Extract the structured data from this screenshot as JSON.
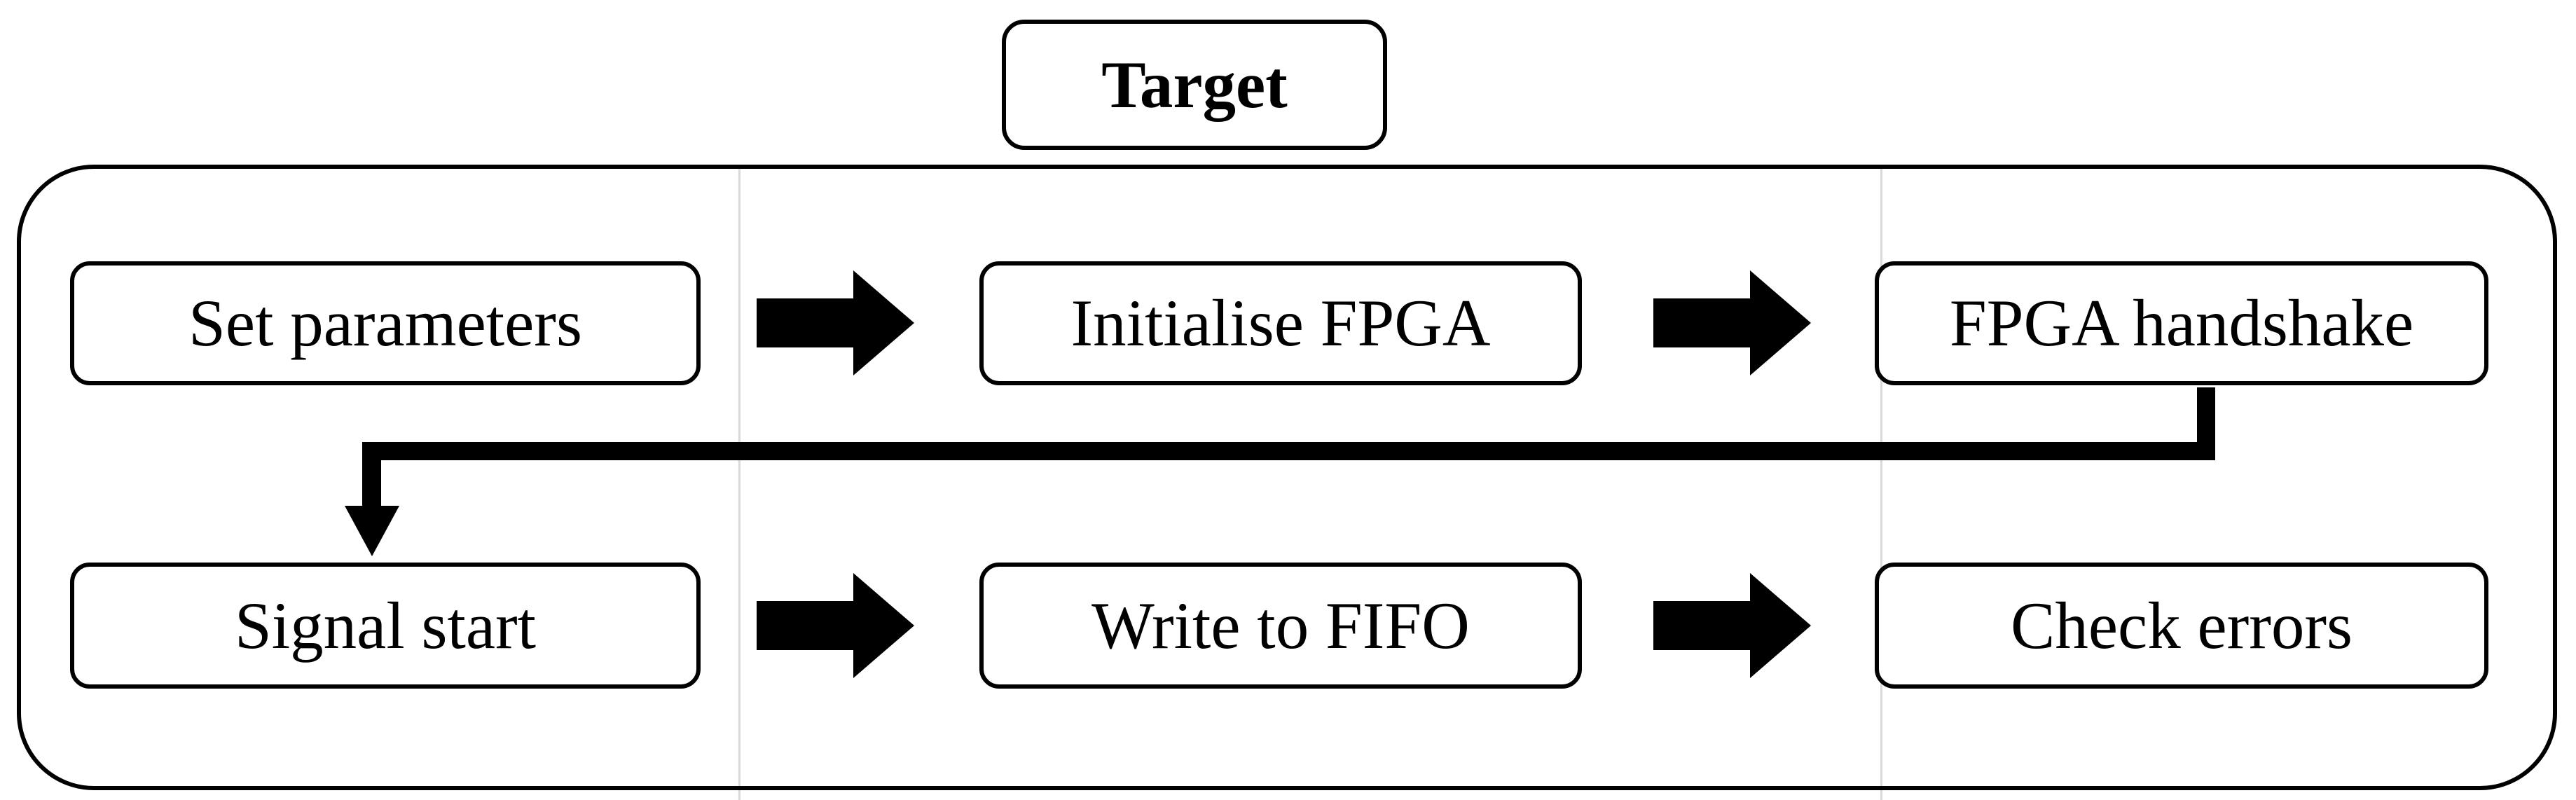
{
  "figure": {
    "title": "Target",
    "nodes": {
      "target": "Target",
      "set_parameters": "Set parameters",
      "initialise_fpga": "Initialise FPGA",
      "fpga_handshake": "FPGA handshake",
      "signal_start": "Signal start",
      "write_to_fifo": "Write to FIFO",
      "check_errors": "Check errors"
    },
    "edges": [
      {
        "from": "Set parameters",
        "to": "Initialise FPGA",
        "style": "block-arrow"
      },
      {
        "from": "Initialise FPGA",
        "to": "FPGA handshake",
        "style": "block-arrow"
      },
      {
        "from": "FPGA handshake",
        "to": "Signal start",
        "style": "elbow-line-arrow"
      },
      {
        "from": "Signal start",
        "to": "Write to FIFO",
        "style": "block-arrow"
      },
      {
        "from": "Write to FIFO",
        "to": "Check errors",
        "style": "block-arrow"
      }
    ],
    "colors": {
      "line": "#000000",
      "background": "#ffffff",
      "gridline_artifact": "#d9d9d9"
    }
  }
}
